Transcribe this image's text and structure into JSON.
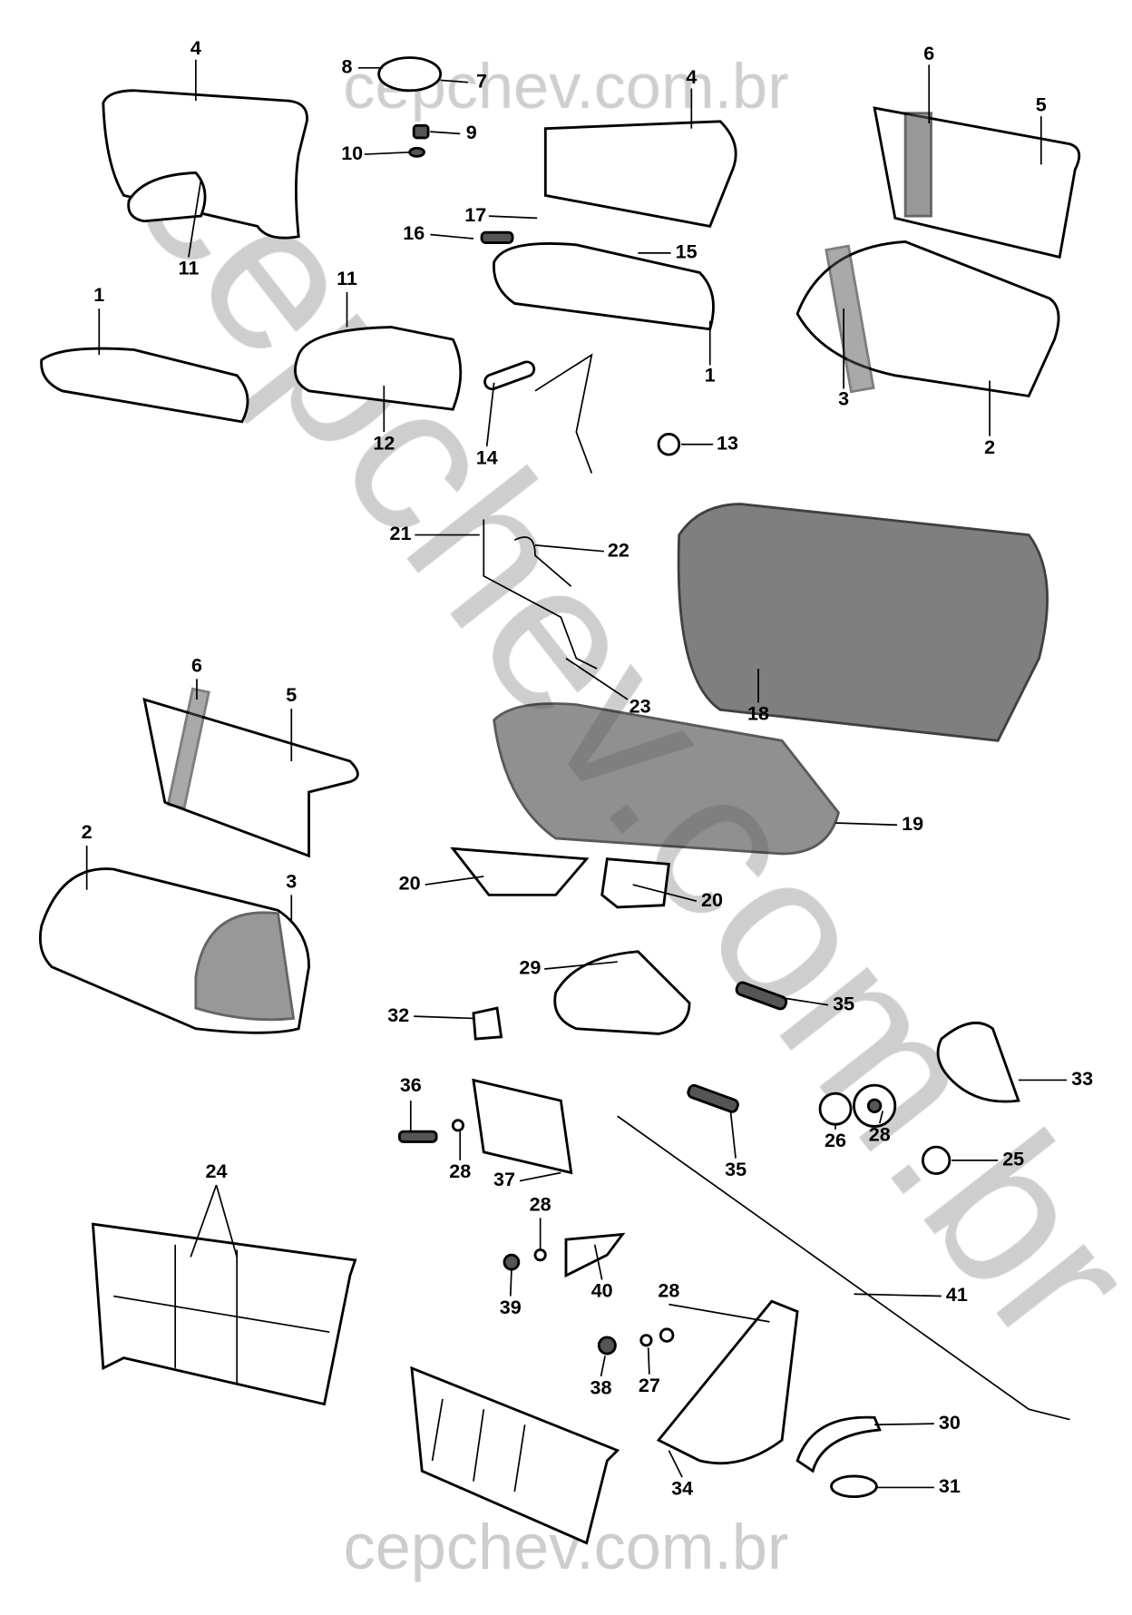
{
  "watermark": {
    "top": "cepchev.com.br",
    "bottom": "cepchev.com.br",
    "diagonal": "cepchev.com.br"
  },
  "labels": [
    {
      "id": "4a",
      "text": "4"
    },
    {
      "id": "8",
      "text": "8"
    },
    {
      "id": "7",
      "text": "7"
    },
    {
      "id": "4b",
      "text": "4"
    },
    {
      "id": "6a",
      "text": "6"
    },
    {
      "id": "5a",
      "text": "5"
    },
    {
      "id": "9",
      "text": "9"
    },
    {
      "id": "10",
      "text": "10"
    },
    {
      "id": "11a",
      "text": "11"
    },
    {
      "id": "17",
      "text": "17"
    },
    {
      "id": "16",
      "text": "16"
    },
    {
      "id": "15",
      "text": "15"
    },
    {
      "id": "1a",
      "text": "1"
    },
    {
      "id": "11b",
      "text": "11"
    },
    {
      "id": "1b",
      "text": "1"
    },
    {
      "id": "3a",
      "text": "3"
    },
    {
      "id": "2a",
      "text": "2"
    },
    {
      "id": "12",
      "text": "12"
    },
    {
      "id": "14",
      "text": "14"
    },
    {
      "id": "13",
      "text": "13"
    },
    {
      "id": "21",
      "text": "21"
    },
    {
      "id": "22",
      "text": "22"
    },
    {
      "id": "23",
      "text": "23"
    },
    {
      "id": "18",
      "text": "18"
    },
    {
      "id": "6b",
      "text": "6"
    },
    {
      "id": "5b",
      "text": "5"
    },
    {
      "id": "2b",
      "text": "2"
    },
    {
      "id": "3b",
      "text": "3"
    },
    {
      "id": "19",
      "text": "19"
    },
    {
      "id": "20a",
      "text": "20"
    },
    {
      "id": "20b",
      "text": "20"
    },
    {
      "id": "29",
      "text": "29"
    },
    {
      "id": "35a",
      "text": "35"
    },
    {
      "id": "32",
      "text": "32"
    },
    {
      "id": "33",
      "text": "33"
    },
    {
      "id": "36",
      "text": "36"
    },
    {
      "id": "26",
      "text": "26"
    },
    {
      "id": "28a",
      "text": "28"
    },
    {
      "id": "28b",
      "text": "28"
    },
    {
      "id": "37",
      "text": "37"
    },
    {
      "id": "35b",
      "text": "35"
    },
    {
      "id": "25",
      "text": "25"
    },
    {
      "id": "24",
      "text": "24"
    },
    {
      "id": "28c",
      "text": "28"
    },
    {
      "id": "40",
      "text": "40"
    },
    {
      "id": "39",
      "text": "39"
    },
    {
      "id": "41",
      "text": "41"
    },
    {
      "id": "28d",
      "text": "28"
    },
    {
      "id": "38",
      "text": "38"
    },
    {
      "id": "27",
      "text": "27"
    },
    {
      "id": "30",
      "text": "30"
    },
    {
      "id": "34",
      "text": "34"
    },
    {
      "id": "31",
      "text": "31"
    }
  ]
}
